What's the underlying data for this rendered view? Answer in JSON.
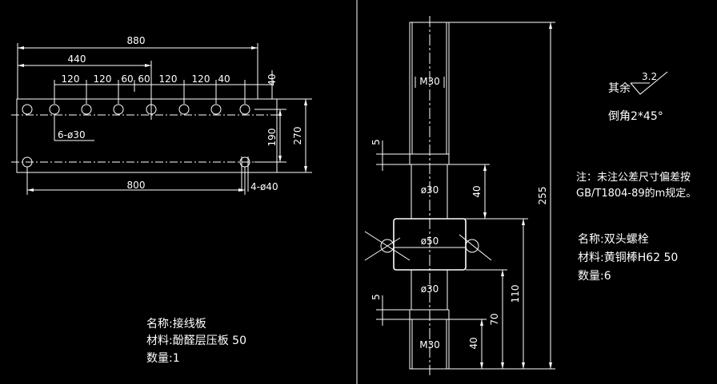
{
  "left_part": {
    "dims": {
      "overall": "880",
      "half": "440",
      "spacing_120_a": "120",
      "spacing_120_b": "120",
      "spacing_60_a": "60",
      "spacing_60_b": "60",
      "spacing_120_c": "120",
      "spacing_120_d": "120",
      "spacing_40": "40",
      "top_offset": "40",
      "holes_row": "6-ø30",
      "inner_height": "190",
      "outer_height": "270",
      "bottom_span": "800",
      "bottom_holes": "4-ø40"
    },
    "title_block": {
      "name": "名称:接线板",
      "material": "材料:酚醛层压板 50",
      "quantity": "数量:1"
    }
  },
  "right_part": {
    "dims": {
      "thread_top": "M30",
      "thread_bottom": "M30",
      "dia_shaft_upper": "ø30",
      "dia_collar": "ø50",
      "dia_shaft_lower": "ø30",
      "gap_top": "5",
      "gap_bottom": "5",
      "upper_seg": "40",
      "overall_len": "255",
      "collar_pos": "110",
      "lower_seg": "70",
      "thread_len": "40"
    },
    "surface_finish": {
      "label": "其余",
      "value": "3.2"
    },
    "chamfer": "倒角2*45°",
    "note_line1": "注：未注公差尺寸偏差按",
    "note_line2": "GB/T1804-89的m规定。",
    "title_block": {
      "name": "名称:双头螺栓",
      "material": "材料:黄铜棒H62 50",
      "quantity": "数量:6"
    }
  }
}
